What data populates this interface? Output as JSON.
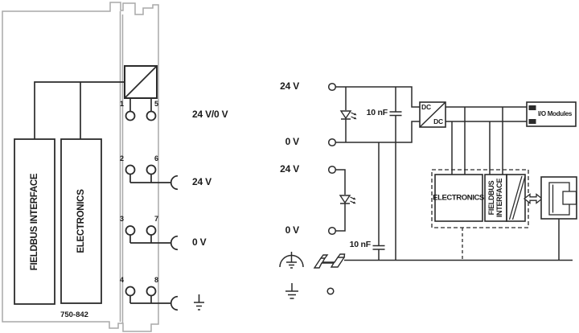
{
  "module": {
    "part_number": "750-842",
    "fieldbus_label": "FIELDBUS INTERFACE",
    "electronics_label": "ELECTRONICS",
    "terminals": {
      "t1": "1",
      "t5": "5",
      "t2": "2",
      "t6": "6",
      "t3": "3",
      "t7": "7",
      "t4": "4",
      "t8": "8"
    },
    "row_labels": {
      "power": "24 V/0 V",
      "v24": "24 V",
      "v0": "0 V"
    }
  },
  "schematic": {
    "supply_labels": {
      "v24_main": "24 V",
      "v0_main": "0 V",
      "v24_aux": "24 V",
      "v0_aux": "0 V"
    },
    "capacitor1": "10 nF",
    "capacitor2": "10 nF",
    "dc_converter": {
      "top": "DC",
      "bottom": "DC"
    },
    "io_modules_label": "I/O Modules",
    "electronics_label": "ELECTRONICS",
    "fieldbus_label_line1": "FIELDBUS",
    "fieldbus_label_line2": "INTERFACE"
  },
  "colors": {
    "line": "#2b2b2b",
    "outline_gray": "#a9a9a9",
    "text": "#1b1b1b"
  }
}
